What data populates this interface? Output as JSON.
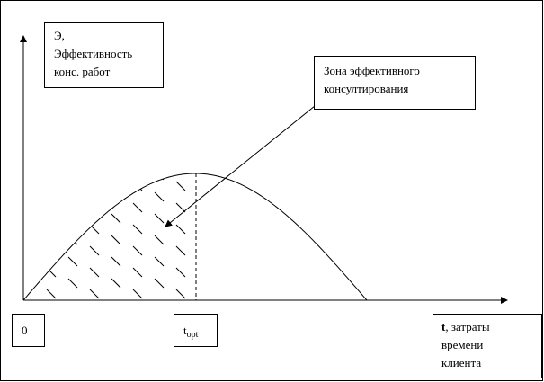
{
  "y_axis_label": {
    "symbol": "Э,",
    "line1": "Эффективность",
    "line2": "конс. работ"
  },
  "zone_label": {
    "line1": "Зона эффективного",
    "line2": "консултирования"
  },
  "origin_label": "0",
  "t_opt_label": {
    "base": "t",
    "sub": "opt"
  },
  "x_axis_label": {
    "symbol": "t",
    "rest": ", затраты",
    "line2": "времени",
    "line3": "клиента"
  }
}
